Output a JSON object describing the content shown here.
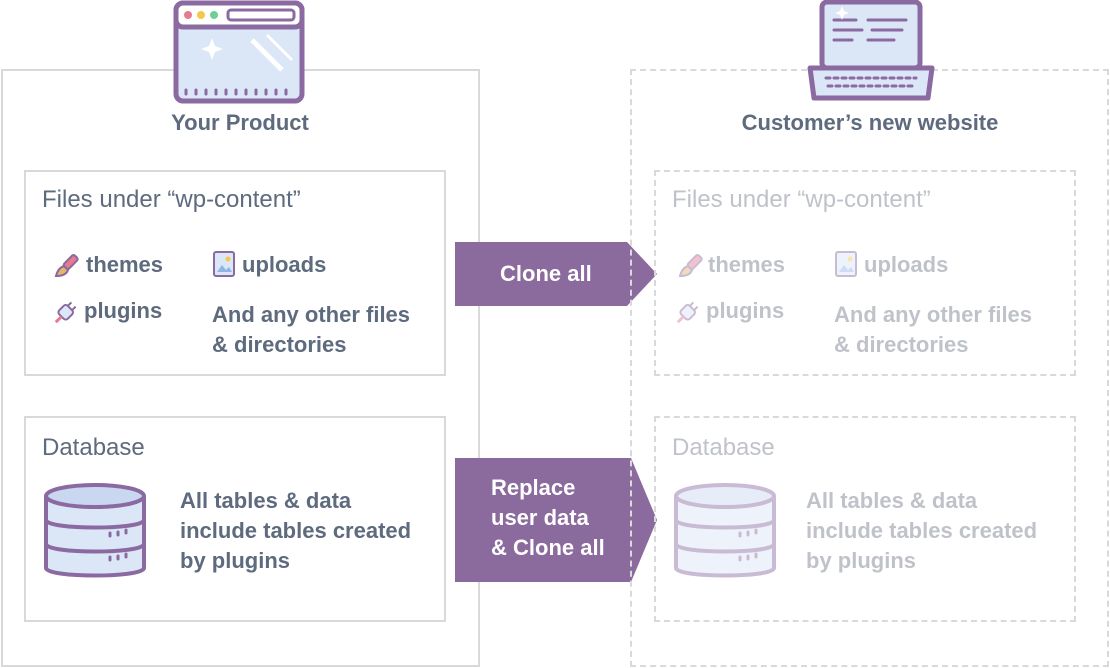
{
  "left": {
    "heading": "Your Product",
    "files": {
      "title": "Files under “wp-content”",
      "themes": "themes",
      "uploads": "uploads",
      "plugins": "plugins",
      "other": "And any other files\n& directories"
    },
    "database": {
      "title": "Database",
      "text": "All tables & data\ninclude tables created\nby plugins"
    }
  },
  "right": {
    "heading": "Customer’s new website",
    "files": {
      "title": "Files under “wp-content”",
      "themes": "themes",
      "uploads": "uploads",
      "plugins": "plugins",
      "other": "And any other files\n& directories"
    },
    "database": {
      "title": "Database",
      "text": "All tables & data\ninclude tables created\nby plugins"
    }
  },
  "arrows": {
    "clone": "Clone all",
    "replace": "Replace\nuser data\n& Clone all"
  },
  "colors": {
    "accent": "#8b6a9e",
    "outline": "#8a6aa0",
    "icon_fill": "#dbe6f7",
    "border": "#d9d9d9"
  }
}
